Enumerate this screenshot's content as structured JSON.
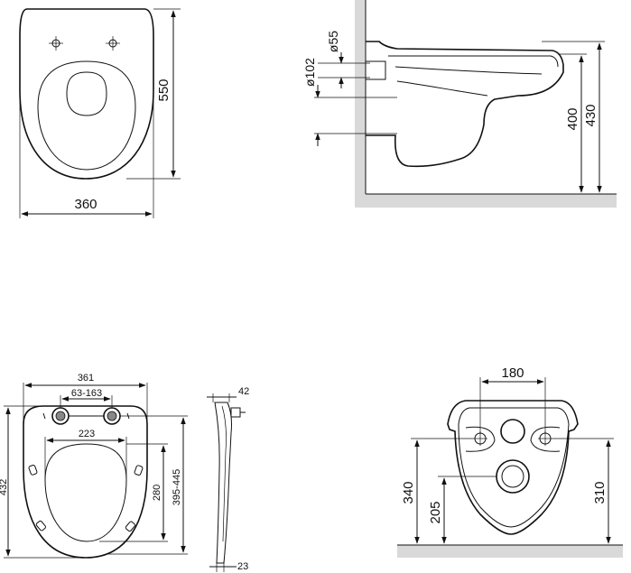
{
  "top_view": {
    "height_label": "550",
    "width_label": "360"
  },
  "side_view": {
    "d55_label": "ø55",
    "d102_label": "ø102",
    "h400_label": "400",
    "h430_label": "430"
  },
  "seat_view": {
    "w361_label": "361",
    "hinge_label": "63-163",
    "inner_w_label": "223",
    "h432_label": "432",
    "inner_h_label": "280",
    "range_label": "395-445"
  },
  "seat_profile": {
    "t42_label": "42",
    "t23_label": "23"
  },
  "rear_view": {
    "w180_label": "180",
    "h340_label": "340",
    "h205_label": "205",
    "h310_label": "310"
  }
}
